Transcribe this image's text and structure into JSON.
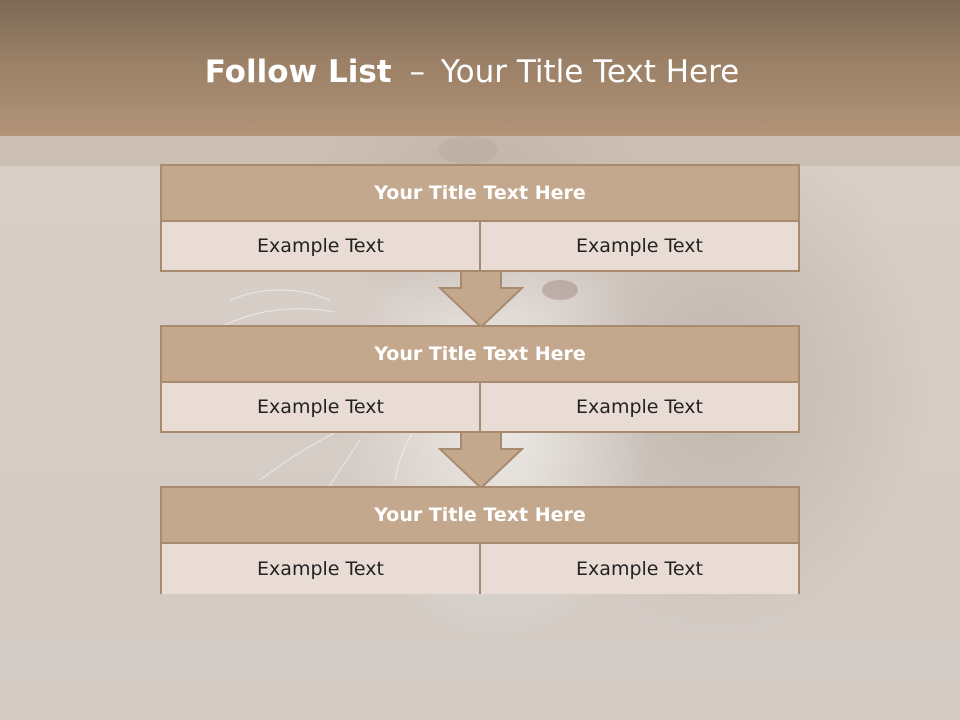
{
  "slide": {
    "title_bold": "Follow List",
    "title_separator": "–",
    "title_rest": "Your Title Text Here"
  },
  "steps": [
    {
      "heading": "Your Title Text Here",
      "cells": [
        "Example Text",
        "Example Text"
      ]
    },
    {
      "heading": "Your Title Text Here",
      "cells": [
        "Example Text",
        "Example Text"
      ]
    },
    {
      "heading": "Your Title Text Here",
      "cells": [
        "Example Text",
        "Example Text"
      ]
    }
  ],
  "colors": {
    "header_band": "#9a8066",
    "block_header": "#c3a88e",
    "block_border": "#a88a6f",
    "cell_fill": "#e8dcd5",
    "arrow_fill": "#c3a88e"
  },
  "icons": {
    "connector": "down-arrow-icon"
  }
}
